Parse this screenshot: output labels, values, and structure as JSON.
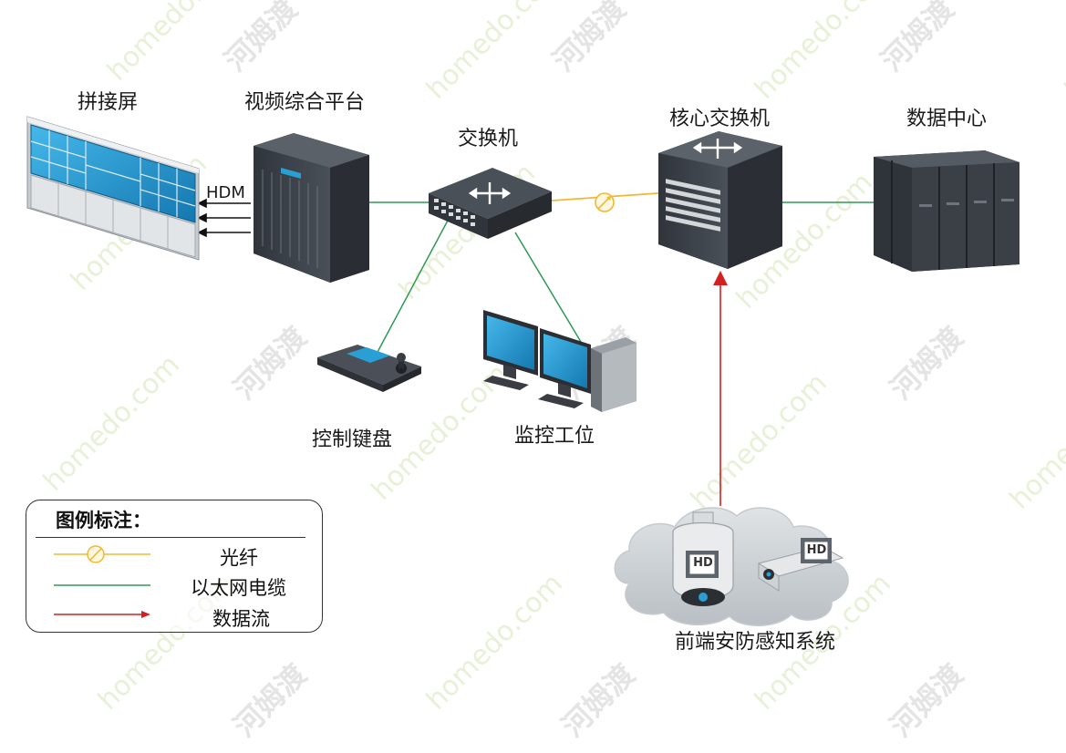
{
  "nodes": {
    "video_wall": "拼接屏",
    "video_platform": "视频综合平台",
    "switch": "交换机",
    "core_switch": "核心交换机",
    "data_center": "数据中心",
    "control_keyboard": "控制键盘",
    "monitor_station": "监控工位",
    "frontend_system": "前端安防感知系统"
  },
  "hdmi_label": "HDM",
  "camera_badge": "HD",
  "legend": {
    "title": "图例标注：",
    "items": [
      {
        "label": "光纤",
        "line": "fiber"
      },
      {
        "label": "以太网电缆",
        "line": "ethernet"
      },
      {
        "label": "数据流",
        "line": "dataflow"
      }
    ]
  },
  "watermark": {
    "text_cn": "河姆渡",
    "text_en": "homedo.com"
  },
  "colors": {
    "fiber": "#f0b830",
    "ethernet": "#2f9a55",
    "dataflow": "#d42020",
    "screen": "#2a9fd6",
    "device": "#3a4048"
  }
}
